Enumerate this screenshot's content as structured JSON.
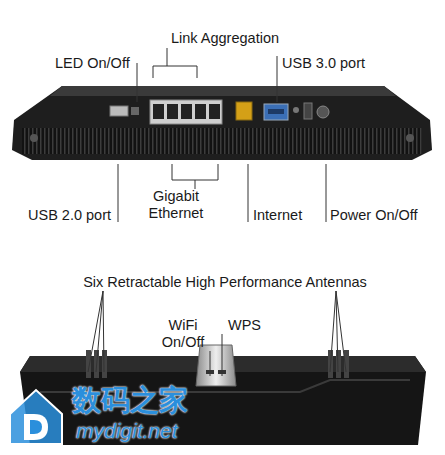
{
  "diagram": {
    "labels": [
      "Link Aggregation",
      "LED On/Off",
      "USB 3.0 port",
      "USB 2.0 port",
      "Gigabit Ethernet",
      "Internet",
      "Power On/Off",
      "Six Retractable High Performance Antennas",
      "WiFi On/Off",
      "WPS",
      "数码之家",
      "mydigit.net"
    ]
  }
}
